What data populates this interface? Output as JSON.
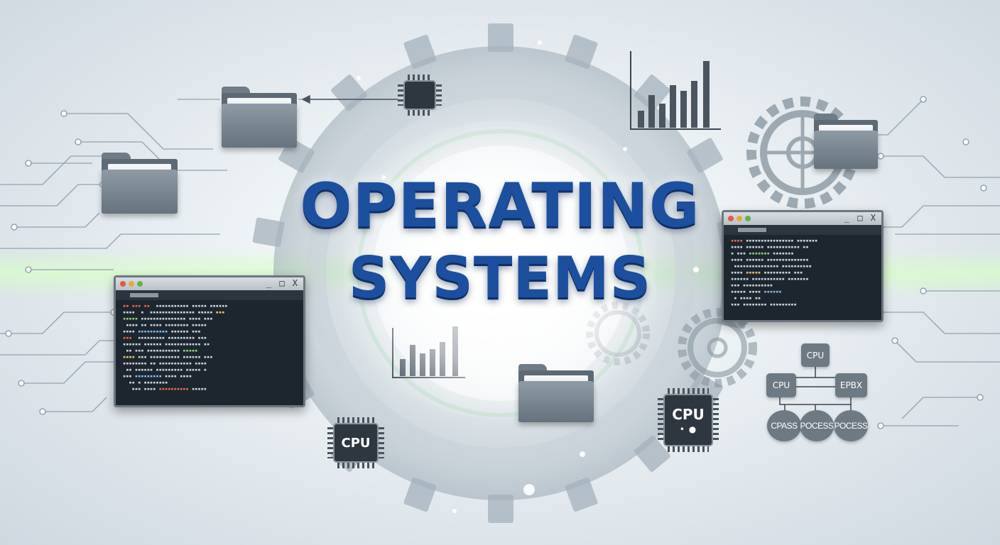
{
  "title": {
    "line1": "OPERATING",
    "line2": "SYSTEMS"
  },
  "windows": {
    "left": {
      "controls": "_ □ X"
    },
    "right": {
      "controls": "_ □ X"
    }
  },
  "chips": {
    "left": {
      "label": "CPU"
    },
    "right": {
      "label": "CPU",
      "sub": "• ●"
    }
  },
  "tree": {
    "top": "CPU",
    "left": "CPU",
    "right": "EPBX",
    "processes": [
      "CPASS",
      "POCESS",
      "POCESS"
    ]
  },
  "icons": {
    "folders": [
      "folder-icon",
      "folder-icon",
      "folder-icon",
      "folder-icon"
    ],
    "charts": [
      "bar-chart-icon",
      "bar-chart-icon"
    ],
    "gears": [
      "gear-icon"
    ]
  },
  "colors": {
    "title": "#1c4f9e",
    "circuit": "#8fa0ad",
    "panel": "#1d252f",
    "node": "#6d7983",
    "glow": "#d7ffc8"
  }
}
